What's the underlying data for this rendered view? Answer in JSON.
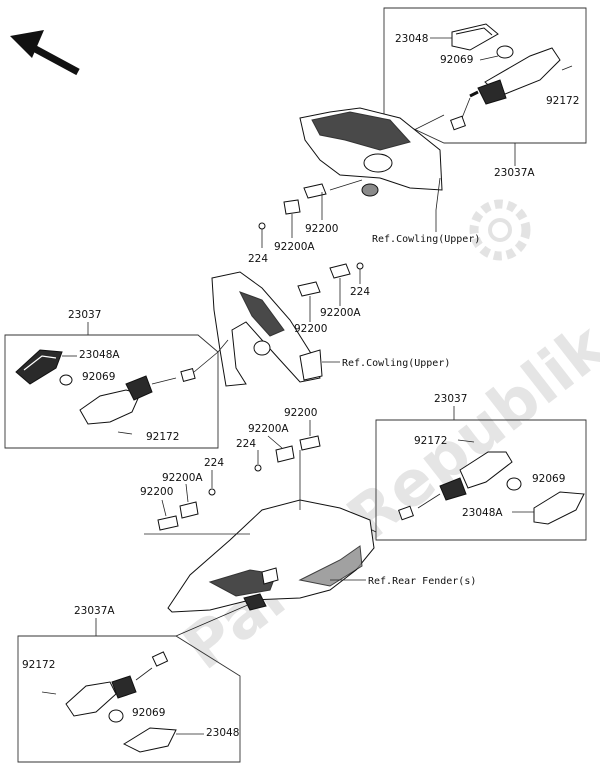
{
  "watermark": "Parts-Republik",
  "refs": {
    "cowling_upper_top": "Ref.Cowling(Upper)",
    "cowling_upper_mid": "Ref.Cowling(Upper)",
    "rear_fender": "Ref.Rear Fender(s)"
  },
  "assemblies": {
    "top_right": {
      "label": "23037A",
      "lens": "23048",
      "bulb": "92069",
      "screw": "92172"
    },
    "left": {
      "label": "23037",
      "lens": "23048A",
      "bulb": "92069",
      "screw": "92172"
    },
    "right": {
      "label": "23037",
      "screw": "92172",
      "bulb": "92069",
      "lens": "23048A"
    },
    "bottom_left": {
      "label": "23037A",
      "screw": "92172",
      "bulb": "92069",
      "lens": "23048"
    }
  },
  "brackets": {
    "top": {
      "a": "92200",
      "b": "92200A",
      "c": "224"
    },
    "mid": {
      "a": "224",
      "b": "92200A",
      "c": "92200"
    },
    "rear": {
      "a": "92200",
      "b": "92200A",
      "c": "224",
      "d": "224",
      "e": "92200A",
      "f": "92200"
    }
  }
}
